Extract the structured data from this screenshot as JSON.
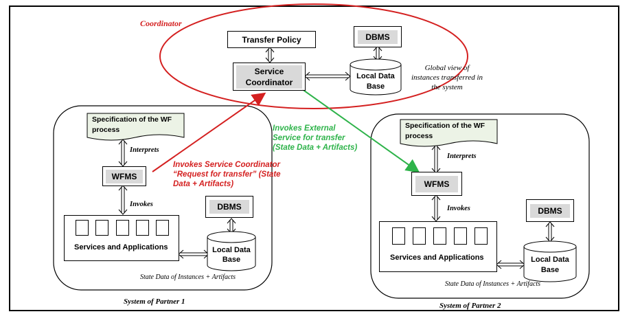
{
  "coordinator": {
    "title": "Coordinator",
    "transfer_policy": "Transfer Policy",
    "dbms": "DBMS",
    "service_coordinator_line1": "Service",
    "service_coordinator_line2": "Coordinator",
    "local_db_line1": "Local Data",
    "local_db_line2": "Base",
    "global_view_line1": "Global view of",
    "global_view_line2": "instances transferred in",
    "global_view_line3": "the system"
  },
  "partner1": {
    "spec_line1": "Specification of the WF",
    "spec_line2": "process",
    "interprets": "Interprets",
    "wfms": "WFMS",
    "invokes": "Invokes",
    "dbms": "DBMS",
    "services": "Services and Applications",
    "local_db_line1": "Local Data",
    "local_db_line2": "Base",
    "state_data": "State Data of Instances + Artifacts",
    "caption": "System of Partner  1"
  },
  "partner2": {
    "spec_line1": "Specification of the WF",
    "spec_line2": "process",
    "interprets": "Interprets",
    "wfms": "WFMS",
    "invokes": "Invokes",
    "dbms": "DBMS",
    "services": "Services and Applications",
    "local_db_line1": "Local Data",
    "local_db_line2": "Base",
    "state_data": "State Data of Instances + Artifacts",
    "caption": "System of Partner  2"
  },
  "arrows": {
    "red_line1": "Invokes Service Coordinator",
    "red_line2": "“Request for transfer” (State",
    "red_line3": "Data + Artifacts)",
    "green_line1": "Invokes  External",
    "green_line2": "Service for  transfer",
    "green_line3": "(State Data + Artifacts)"
  },
  "colors": {
    "red": "#d42020",
    "green": "#2eb34a",
    "grey": "#d9d9d9"
  }
}
